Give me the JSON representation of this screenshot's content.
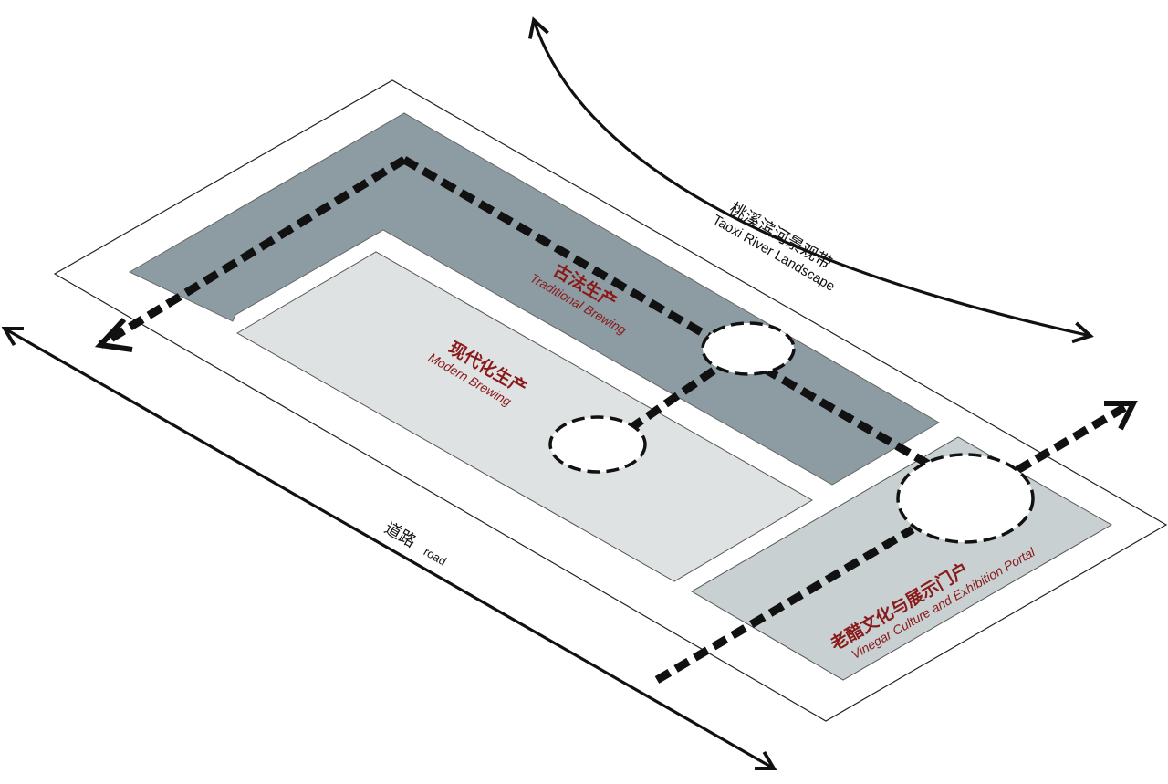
{
  "labels": {
    "traditional": {
      "zh": "古法生产",
      "en": "Traditional Brewing"
    },
    "modern": {
      "zh": "现代化生产",
      "en": "Modern Brewing"
    },
    "vinegar": {
      "zh": "老醋文化与展示门户",
      "en": "Vinegar Culture and Exhibition Portal"
    },
    "river": {
      "zh": "桃溪滨河景观带",
      "en": "Taoxi River Landscape"
    },
    "road": {
      "zh": "道路",
      "en": "road"
    }
  },
  "colors": {
    "traditional_zone": "#8c9ca2",
    "modern_zone": "#dfe2e3",
    "vinegar_zone": "#c8d0d2",
    "label_red": "#8a1a1a",
    "line": "#111111"
  }
}
